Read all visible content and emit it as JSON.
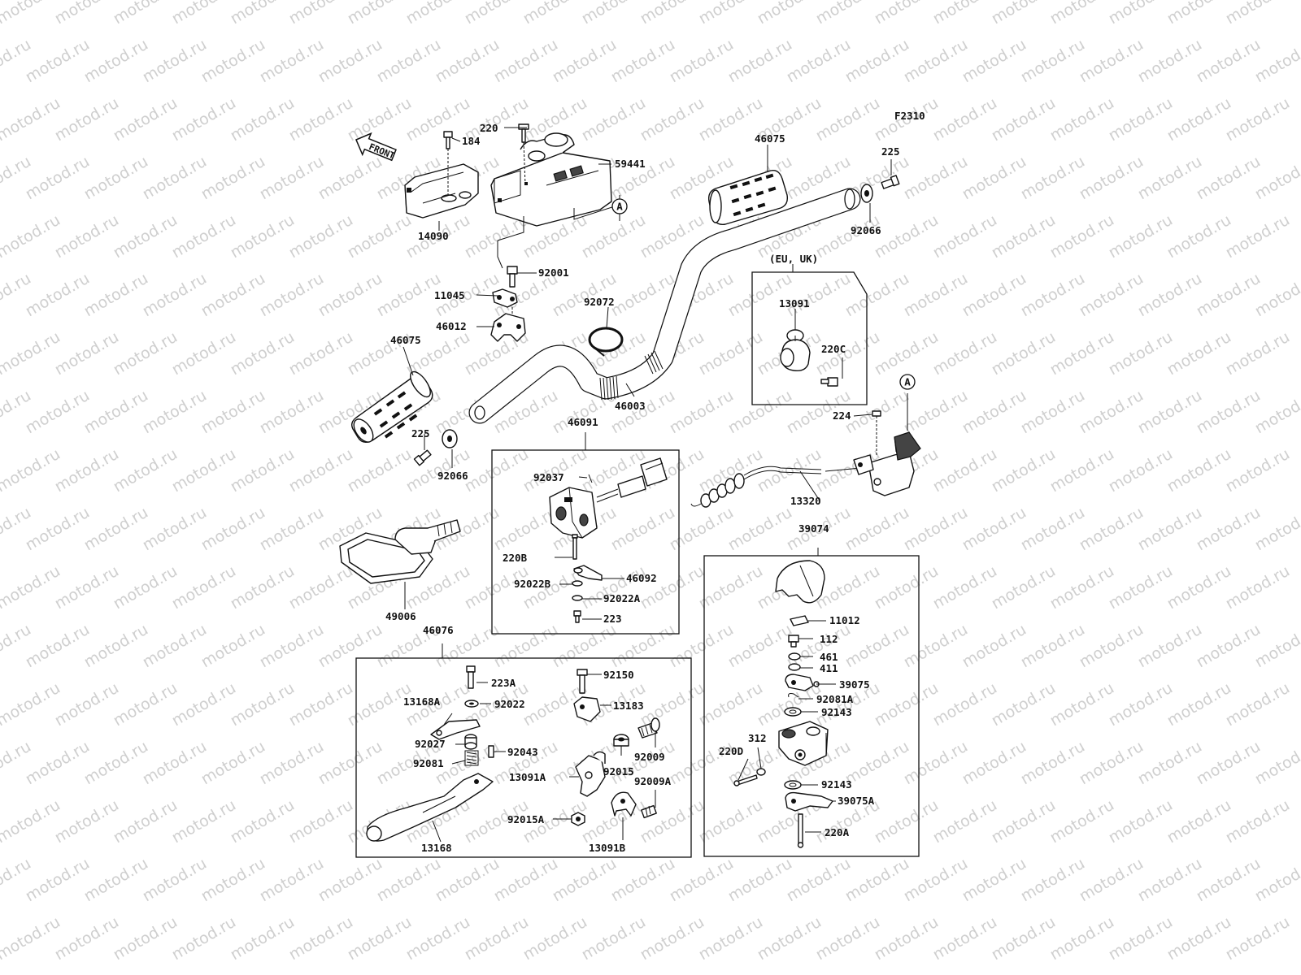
{
  "figure_code": "F2310",
  "front_marker": "FRONT",
  "circle_ref": "A",
  "group_label_eu_uk": "(EU, UK)",
  "watermark": "motod.ru",
  "labels": {
    "p184": "184",
    "p220": "220",
    "p59441": "59441",
    "p14090": "14090",
    "p92001": "92001",
    "p11045": "11045",
    "p46012": "46012",
    "p92072": "92072",
    "p46075_left": "46075",
    "p46075_right": "46075",
    "p225_right": "225",
    "p92066_right": "92066",
    "p46003": "46003",
    "p225_left": "225",
    "p92066_left": "92066",
    "p13091": "13091",
    "p220C": "220C",
    "p224": "224",
    "p13320": "13320",
    "p46091": "46091",
    "p92037": "92037",
    "p220B": "220B",
    "p46092": "46092",
    "p92022B": "92022B",
    "p92022A": "92022A",
    "p223": "223",
    "p49006": "49006",
    "p46076": "46076",
    "p223A": "223A",
    "p13168A": "13168A",
    "p92022": "92022",
    "p92027": "92027",
    "p92043": "92043",
    "p92081": "92081",
    "p13168": "13168",
    "p92150": "92150",
    "p13183": "13183",
    "p92009": "92009",
    "p92015": "92015",
    "p13091A": "13091A",
    "p92009A": "92009A",
    "p92015A": "92015A",
    "p13091B": "13091B",
    "p39074": "39074",
    "p11012": "11012",
    "p112": "112",
    "p461": "461",
    "p411": "411",
    "p39075": "39075",
    "p92081A": "92081A",
    "p92143_top": "92143",
    "p312": "312",
    "p220D": "220D",
    "p92143_bottom": "92143",
    "p39075A": "39075A",
    "p220A": "220A"
  }
}
